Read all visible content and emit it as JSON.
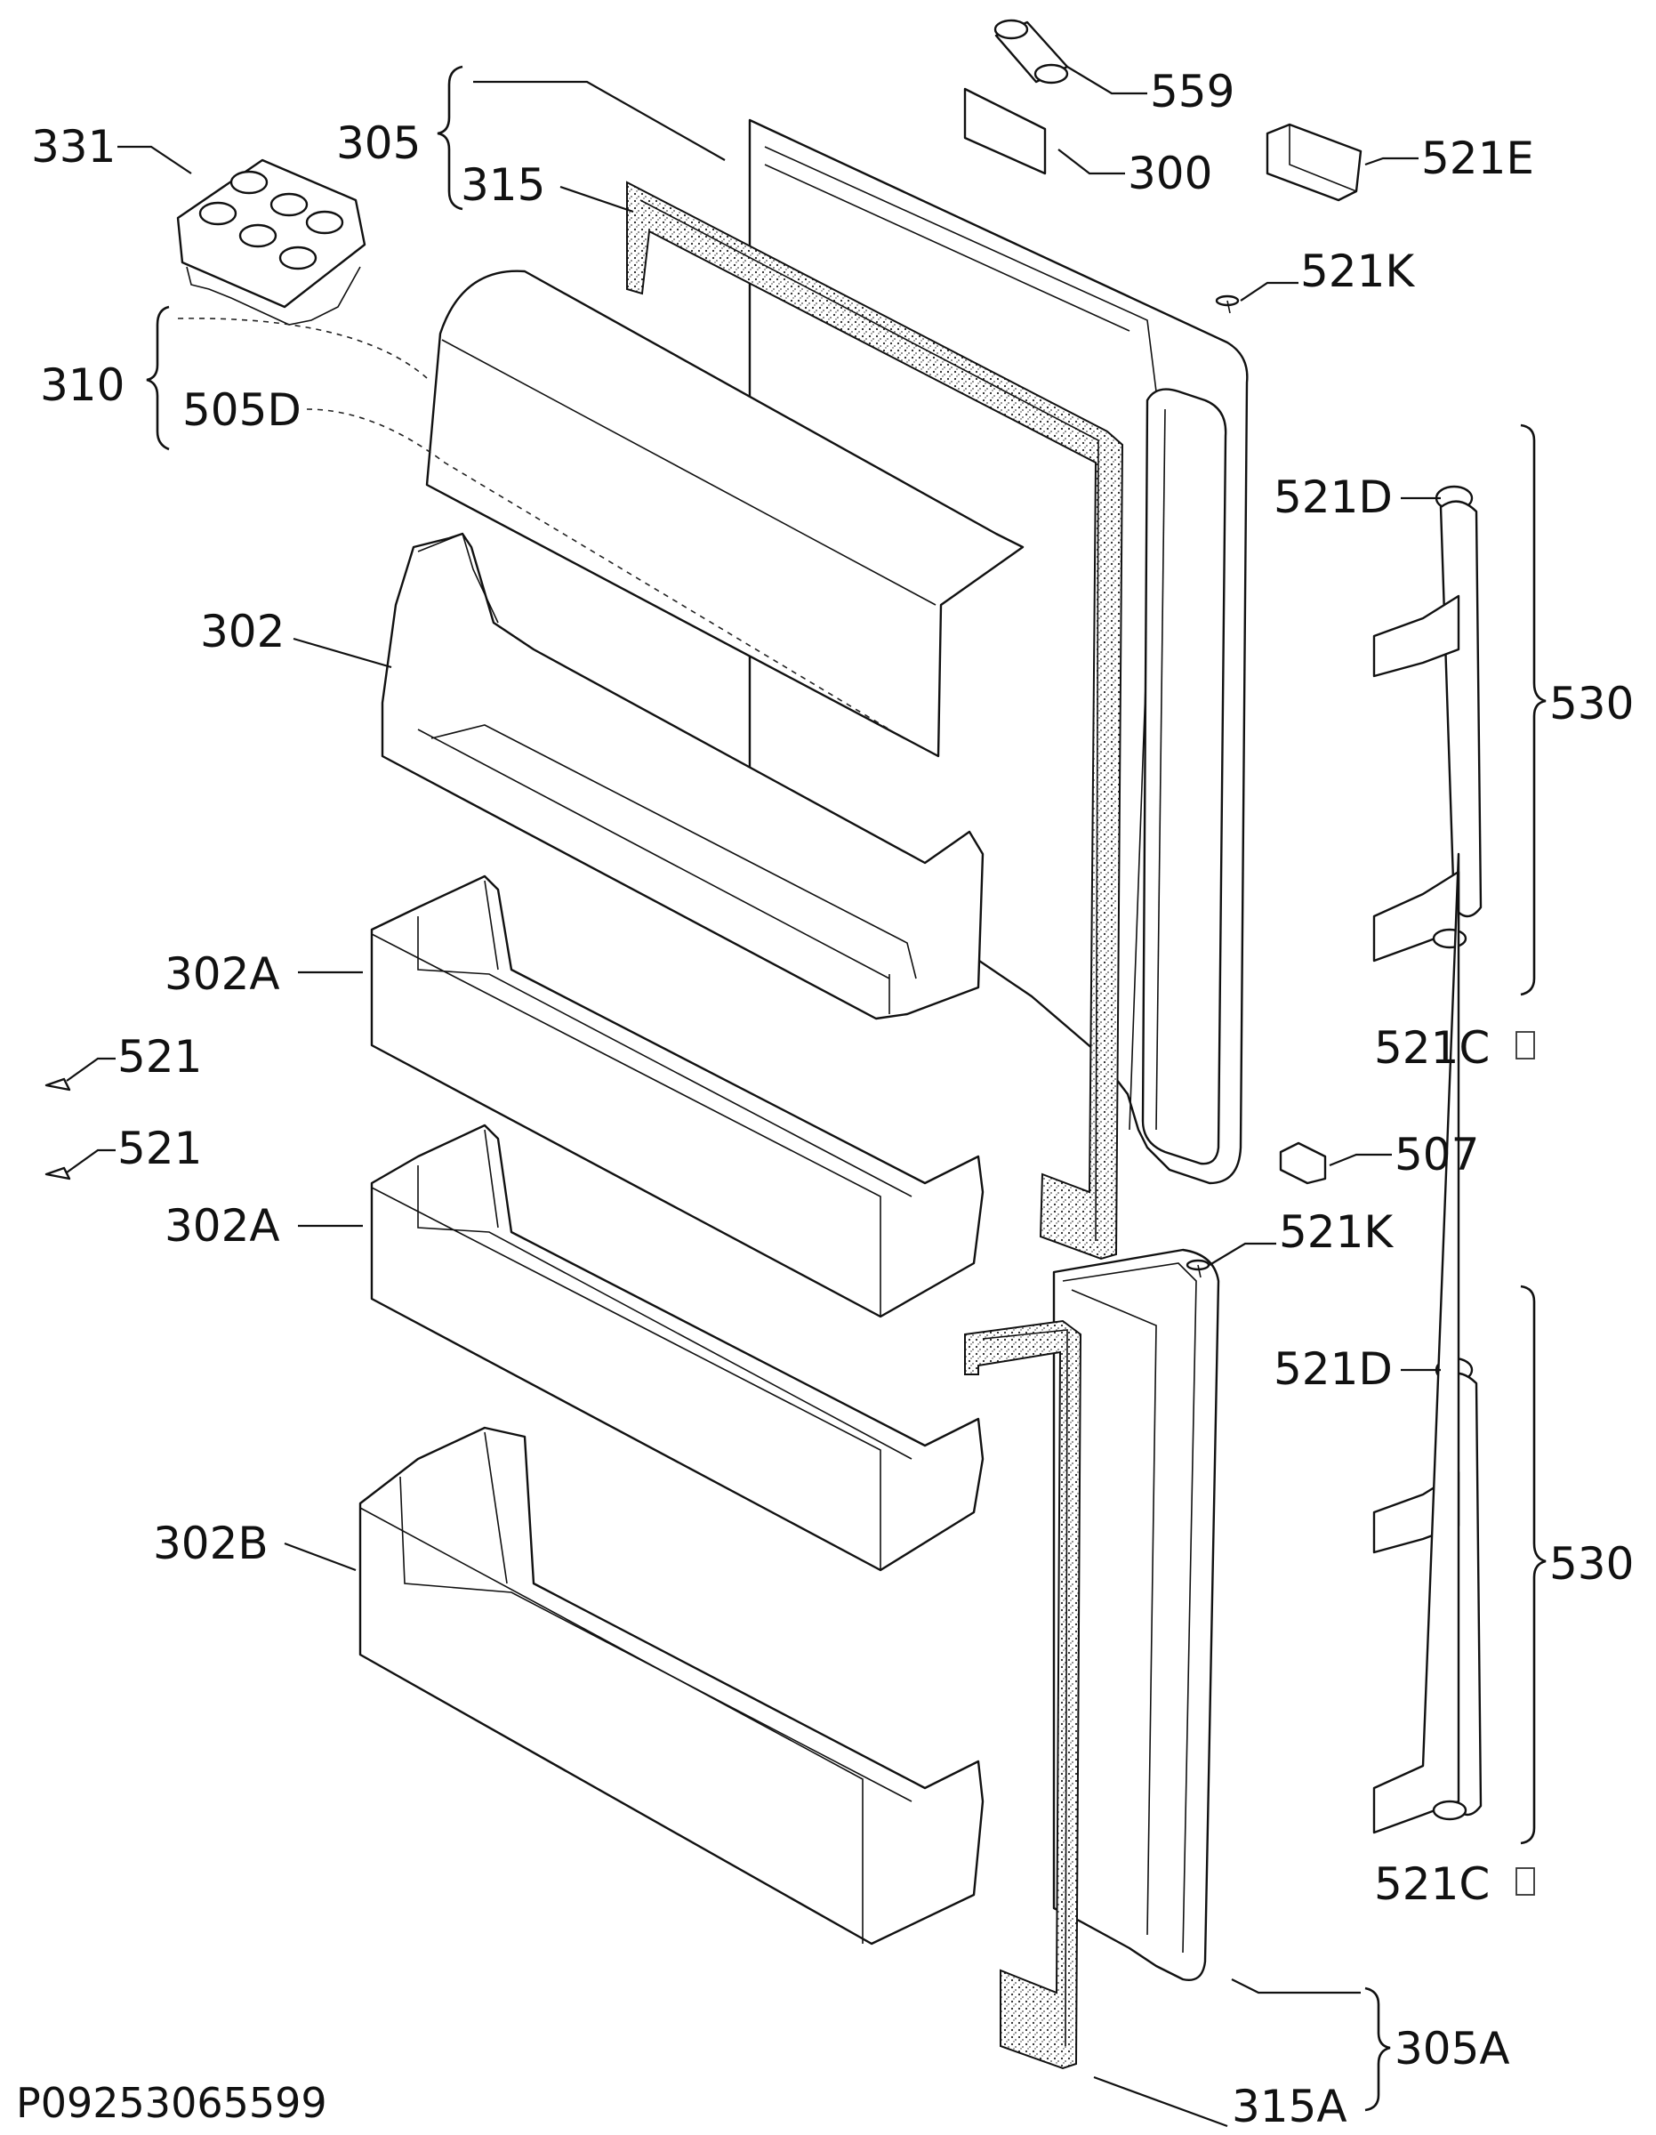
{
  "document_id": "P09253065599",
  "callouts": {
    "c331": "331",
    "c305": "305",
    "c315": "315",
    "c559": "559",
    "c300": "300",
    "c521E": "521E",
    "c521K_top": "521K",
    "c310": "310",
    "c505D": "505D",
    "c521D_top": "521D",
    "c302": "302",
    "c530_top": "530",
    "c302A_1": "302A",
    "c521_1": "521",
    "c521C_top": "521C",
    "c521_2": "521",
    "c507": "507",
    "c302A_2": "302A",
    "c521K_bottom": "521K",
    "c521D_bottom": "521D",
    "c530_bottom": "530",
    "c302B": "302B",
    "c521C_bottom": "521C",
    "c305A": "305A",
    "c315A": "315A"
  }
}
